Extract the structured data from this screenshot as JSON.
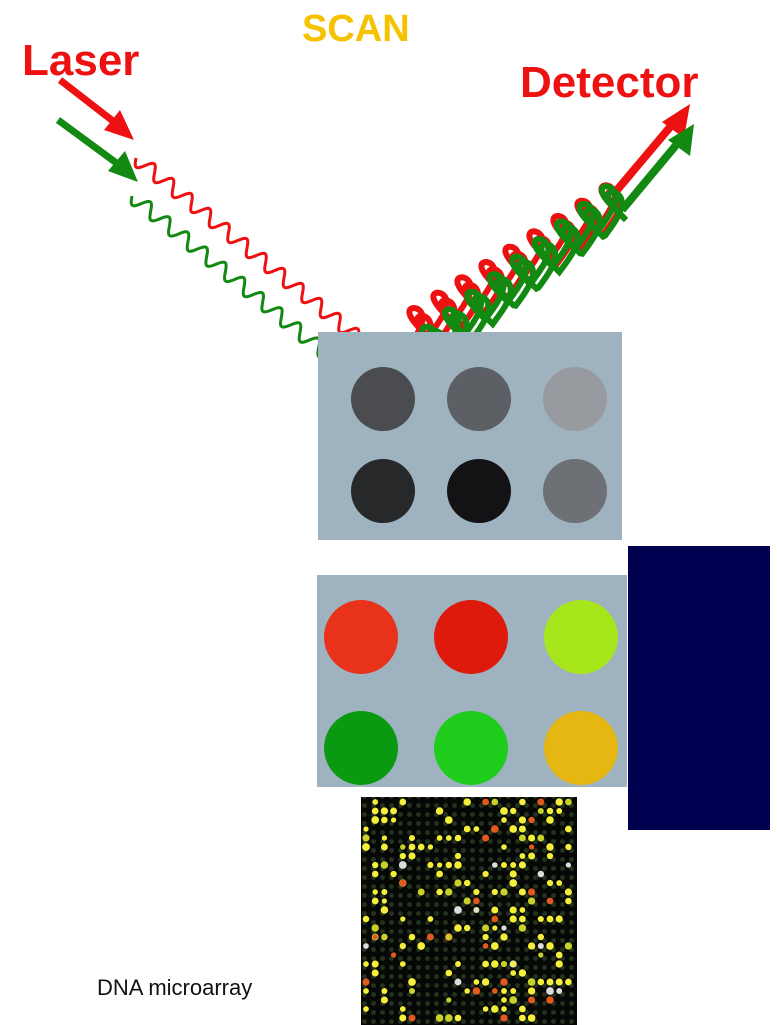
{
  "title": "SCAN",
  "laser_label": "Laser",
  "detector_label": "Detector",
  "caption": "DNA microarray",
  "colors": {
    "laser_red": "#ee1111",
    "laser_green": "#128a12",
    "slide": "#9fb2c0",
    "title": "#f5c200",
    "navy_panel": "#000050"
  },
  "grayscale_spots": [
    [
      "#4a4c50",
      "#5c5f63",
      "#979a9e"
    ],
    [
      "#27282a",
      "#131315",
      "#6d7074"
    ]
  ],
  "color_spots": [
    [
      "#e8331a",
      "#dd1a0c",
      "#a8e61c"
    ],
    [
      "#0b9912",
      "#20cc1c",
      "#e6b612"
    ]
  ]
}
